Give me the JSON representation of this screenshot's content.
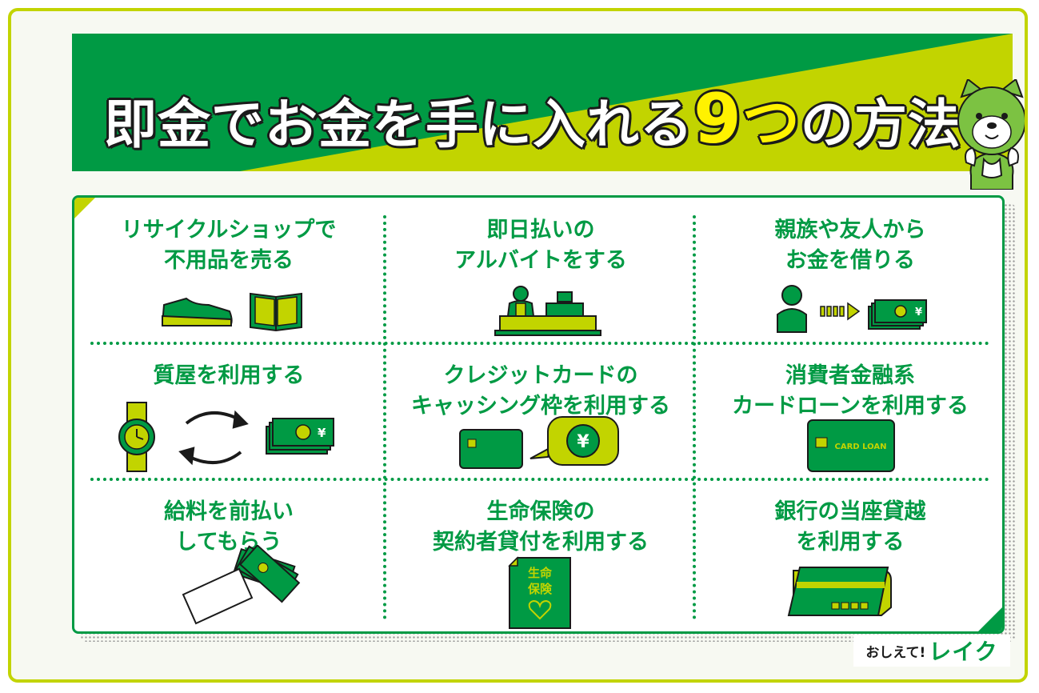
{
  "title": {
    "part1": "即金でお金を手に入れる",
    "number": "9",
    "part2": "つ",
    "part3": "の方法"
  },
  "colors": {
    "green": "#009a44",
    "lime": "#c2d400",
    "yellow": "#fff200",
    "dark": "#1a1a1a"
  },
  "cells": [
    {
      "line1": "リサイクルショップで",
      "line2": "不用品を売る",
      "icons": [
        "sneaker-icon",
        "book-icon"
      ]
    },
    {
      "line1": "即日払いの",
      "line2": "アルバイトをする",
      "icons": [
        "cashier-icon"
      ]
    },
    {
      "line1": "親族や友人から",
      "line2": "お金を借りる",
      "icons": [
        "person-icon",
        "arrow-icon",
        "cash-icon"
      ]
    },
    {
      "line1": "質屋を利用する",
      "line2": "",
      "icons": [
        "watch-icon",
        "exchange-arrows-icon",
        "cash-icon"
      ]
    },
    {
      "line1": "クレジットカードの",
      "line2": "キャッシング枠を利用する",
      "icons": [
        "credit-card-icon",
        "yen-coin-icon"
      ]
    },
    {
      "line1": "消費者金融系",
      "line2": "カードローンを利用する",
      "icons": [
        "card-loan-icon"
      ]
    },
    {
      "line1": "給料を前払い",
      "line2": "してもらう",
      "icons": [
        "envelope-cash-icon"
      ]
    },
    {
      "line1": "生命保険の",
      "line2": "契約者貸付を利用する",
      "icons": [
        "insurance-document-icon"
      ]
    },
    {
      "line1": "銀行の当座貸越",
      "line2": "を利用する",
      "icons": [
        "bankbook-icon"
      ]
    }
  ],
  "icon_text": {
    "card_loan": "CARD LOAN",
    "insurance_line1": "生命",
    "insurance_line2": "保険",
    "yen": "¥"
  },
  "brand": {
    "prefix": "おしえて!",
    "name": "レイク"
  }
}
